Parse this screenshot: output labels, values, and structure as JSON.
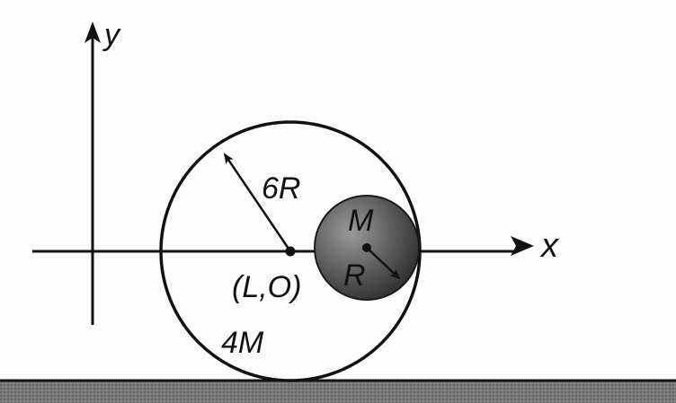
{
  "labels": {
    "y_axis": "y",
    "x_axis": "x",
    "big_radius": "6R",
    "small_mass": "M",
    "small_radius": "R",
    "center_coord": "(L,O)",
    "big_mass": "4M"
  },
  "colors": {
    "ink": "#111111",
    "ground": "#3a3a3a",
    "sphere_light": "#8a8a8a",
    "sphere_dark": "#2e2e2e"
  }
}
